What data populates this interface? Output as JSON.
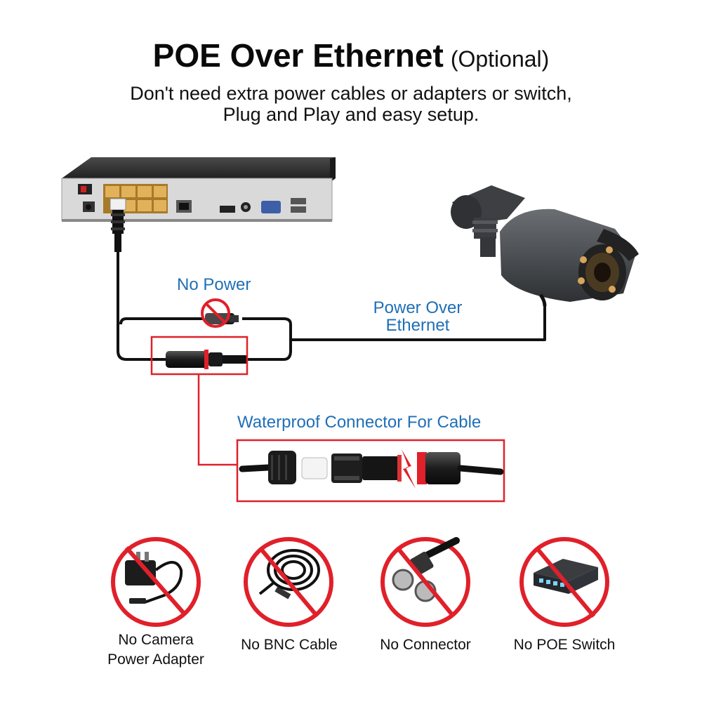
{
  "title": {
    "main": "POE Over Ethernet",
    "optional": "(Optional)"
  },
  "subtitle": {
    "line1": "Don't need extra power cables or adapters or switch,",
    "line2": "Plug and Play and easy setup."
  },
  "labels": {
    "no_power": "No Power",
    "poe_line1": "Power Over",
    "poe_line2": "Ethernet",
    "waterproof": "Waterproof Connector For Cable"
  },
  "no_items": [
    {
      "line1": "No Camera",
      "line2": "Power Adapter",
      "icon": "power-adapter-icon"
    },
    {
      "line1": "No BNC Cable",
      "line2": "",
      "icon": "bnc-cable-icon"
    },
    {
      "line1": "No Connector",
      "line2": "",
      "icon": "connector-icon"
    },
    {
      "line1": "No POE Switch",
      "line2": "",
      "icon": "poe-switch-icon"
    }
  ],
  "colors": {
    "accent_blue": "#1f6fb6",
    "alert_red": "#e0202a",
    "device_gray": "#3a3a3a",
    "port_orange": "#d6a64a"
  }
}
